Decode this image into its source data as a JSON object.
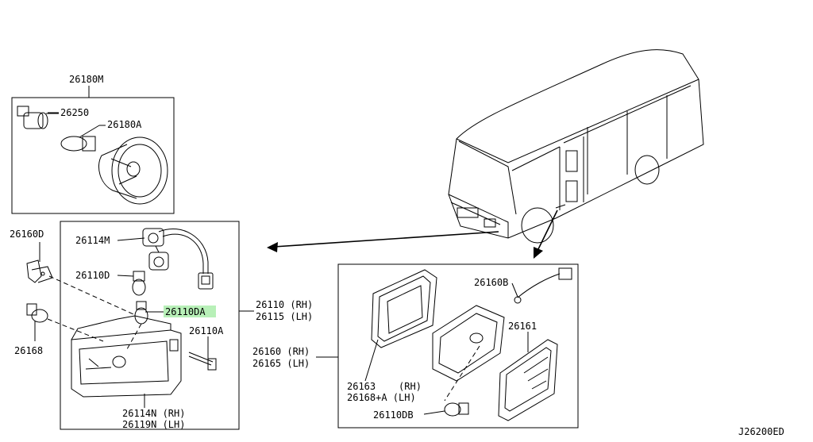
{
  "labels": {
    "lamp_assy_top": "26180M",
    "socket_top": "26250",
    "bulb_top": "26180A",
    "clip": "26160D",
    "harness": "26114M",
    "bulb_d": "26110D",
    "bulb_da": "26110DA",
    "combo_rh": "26110 (RH)",
    "combo_lh": "26115 (LH)",
    "screw": "26110A",
    "grommet": "26168",
    "lens_rh": "26114N (RH)",
    "lens_lh": "26119N (LH)",
    "side_rh": "26160 (RH)",
    "side_lh": "26165 (LH)",
    "side_socket": "26160B",
    "side_lens": "26161",
    "gasket_rh": "26163    (RH)",
    "gasket_lh": "26168+A (LH)",
    "side_bulb": "26110DB",
    "diagram_code": "J26200ED"
  },
  "highlight_color": "#b8f0b8"
}
